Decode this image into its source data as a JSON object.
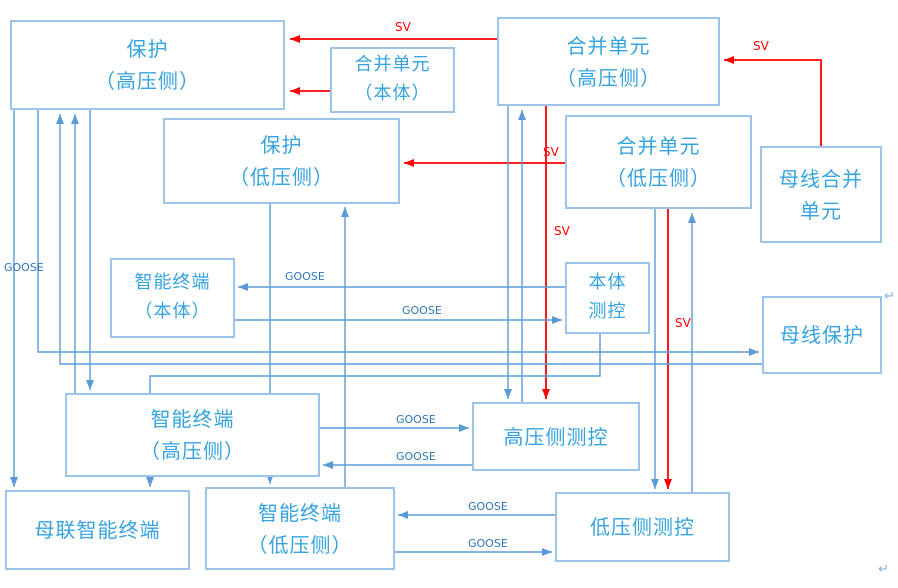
{
  "diagram": {
    "boxes": [
      {
        "id": "protection-hv",
        "line1": "保护",
        "line2": "（高压侧）"
      },
      {
        "id": "merging-unit-body",
        "line1": "合并单元",
        "line2": "（本体）"
      },
      {
        "id": "merging-unit-hv",
        "line1": "合并单元",
        "line2": "（高压侧）"
      },
      {
        "id": "protection-lv",
        "line1": "保护",
        "line2": "（低压侧）"
      },
      {
        "id": "merging-unit-lv",
        "line1": "合并单元",
        "line2": "（低压侧）"
      },
      {
        "id": "bus-merging-unit",
        "line1": "母线合并",
        "line2": "单元"
      },
      {
        "id": "intelligent-terminal-body",
        "line1": "智能终端",
        "line2": "（本体）"
      },
      {
        "id": "body-measure-control",
        "line1": "本体",
        "line2": "测控"
      },
      {
        "id": "bus-protection",
        "line1": "母线保护",
        "line2": ""
      },
      {
        "id": "intelligent-terminal-hv",
        "line1": "智能终端",
        "line2": "（高压侧）"
      },
      {
        "id": "hv-side-measure-control",
        "line1": "高压侧测控",
        "line2": ""
      },
      {
        "id": "bus-coupler-intelligent-terminal",
        "line1": "母联智能终端",
        "line2": ""
      },
      {
        "id": "intelligent-terminal-lv",
        "line1": "智能终端",
        "line2": "（低压侧）"
      },
      {
        "id": "lv-side-measure-control",
        "line1": "低压侧测控",
        "line2": ""
      }
    ],
    "edge_labels": {
      "sv": "SV",
      "goose": "GOOSE"
    },
    "marks": {
      "return_mark": "↵"
    },
    "colors": {
      "sv_arrow": "#ff0000",
      "goose_arrow": "#5b9bd5",
      "box_border": "#9cc3e8",
      "box_text": "#36a3de"
    }
  }
}
